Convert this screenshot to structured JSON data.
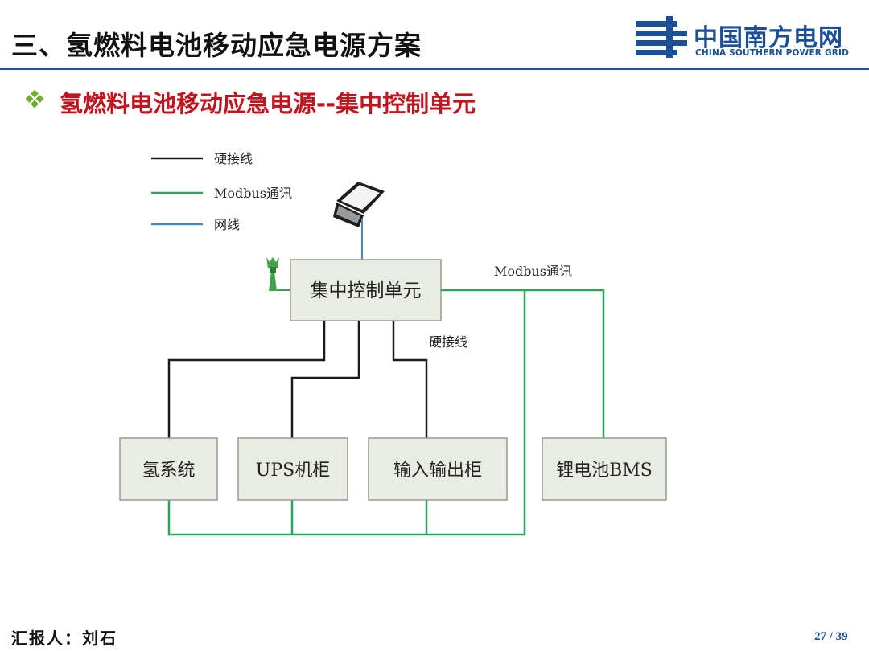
{
  "header": {
    "title": "三、氢燃料电池移动应急电源方案",
    "logo_cn": "中国南方电网",
    "logo_en": "CHINA SOUTHERN POWER GRID"
  },
  "subtitle": "氢燃料电池移动应急电源--集中控制单元",
  "legend": {
    "hard_wire": "硬接线",
    "modbus": "Modbus通讯",
    "network": "网线"
  },
  "diagram": {
    "control_unit": "集中控制单元",
    "modbus_label": "Modbus通讯",
    "hardwire_label": "硬接线",
    "nodes": {
      "hydrogen": "氢系统",
      "ups": "UPS机柜",
      "io": "输入输出柜",
      "bms": "锂电池BMS"
    }
  },
  "footer": {
    "reporter": "汇报人：刘石",
    "page": "27 / 39"
  },
  "colors": {
    "hard_wire": "#1a1a1a",
    "modbus": "#2aa55a",
    "network": "#3b8fb8",
    "box_fill": "#e9ece2",
    "box_border": "#9a9a8e",
    "accent": "#c0141e",
    "brand": "#1b4f96"
  },
  "icons": [
    "laptop-icon",
    "antenna-icon",
    "diamond-bullet-icon",
    "csg-logo-icon"
  ]
}
